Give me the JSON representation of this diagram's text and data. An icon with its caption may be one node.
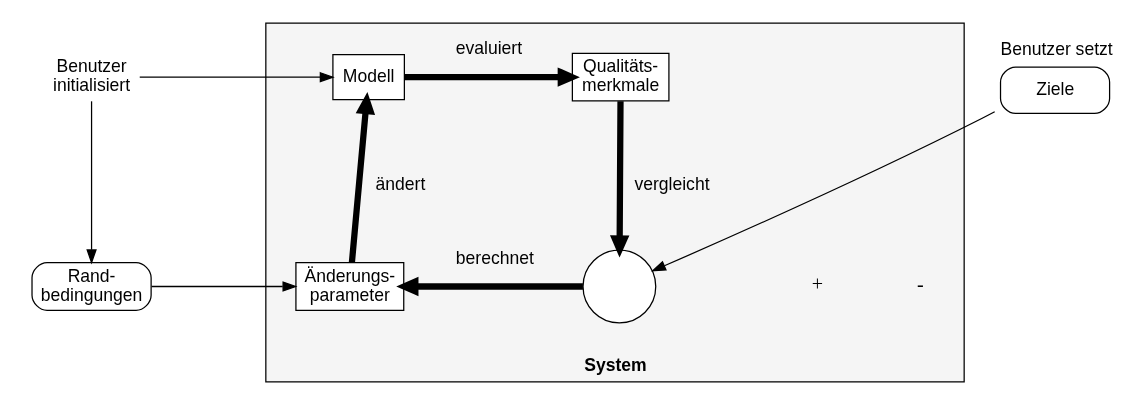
{
  "diagram": {
    "nodes": [
      {
        "text": [
          "System"
        ]
      },
      {
        "text": [
          "Modell"
        ],
        "in": 0
      },
      {
        "text": [
          "Qualitäts- merkmale"
        ],
        "in": 0
      },
      {
        "text": [],
        "shape": "circle",
        "in": 0
      },
      {
        "text": [
          "Änderungs- parameter"
        ],
        "in": 0
      },
      {
        "text": [
          "Benutzer",
          "initialisiert"
        ]
      },
      {
        "text": [
          "Rand- bedingungen"
        ]
      },
      {
        "text": [
          "Ziele"
        ],
        "beside": [
          "Benutzer setzt"
        ]
      }
    ],
    "edges": [
      {
        "from": 5,
        "to": 1,
        "arrow": "to"
      },
      {
        "from": 1,
        "to": 2,
        "arrow": "to",
        "label": "evaluiert",
        "style": "thick"
      },
      {
        "from": 2,
        "to": 3,
        "arrow": "to",
        "label": "vergleicht",
        "style": "thick"
      },
      {
        "from": 4,
        "to": 1,
        "arrow": "to",
        "label": "ändert",
        "style": "thick"
      },
      {
        "from": 5,
        "to": 6,
        "arrow": "to"
      },
      {
        "from": 6,
        "to": 4,
        "arrow": "to"
      },
      {
        "from": 3,
        "to": 4,
        "arrow": "to",
        "label": "berechnet",
        "style": "thick"
      },
      {
        "from": 7,
        "to": 3,
        "arrow": "to"
      }
    ],
    "labels": [
      "-",
      "+"
    ]
  }
}
